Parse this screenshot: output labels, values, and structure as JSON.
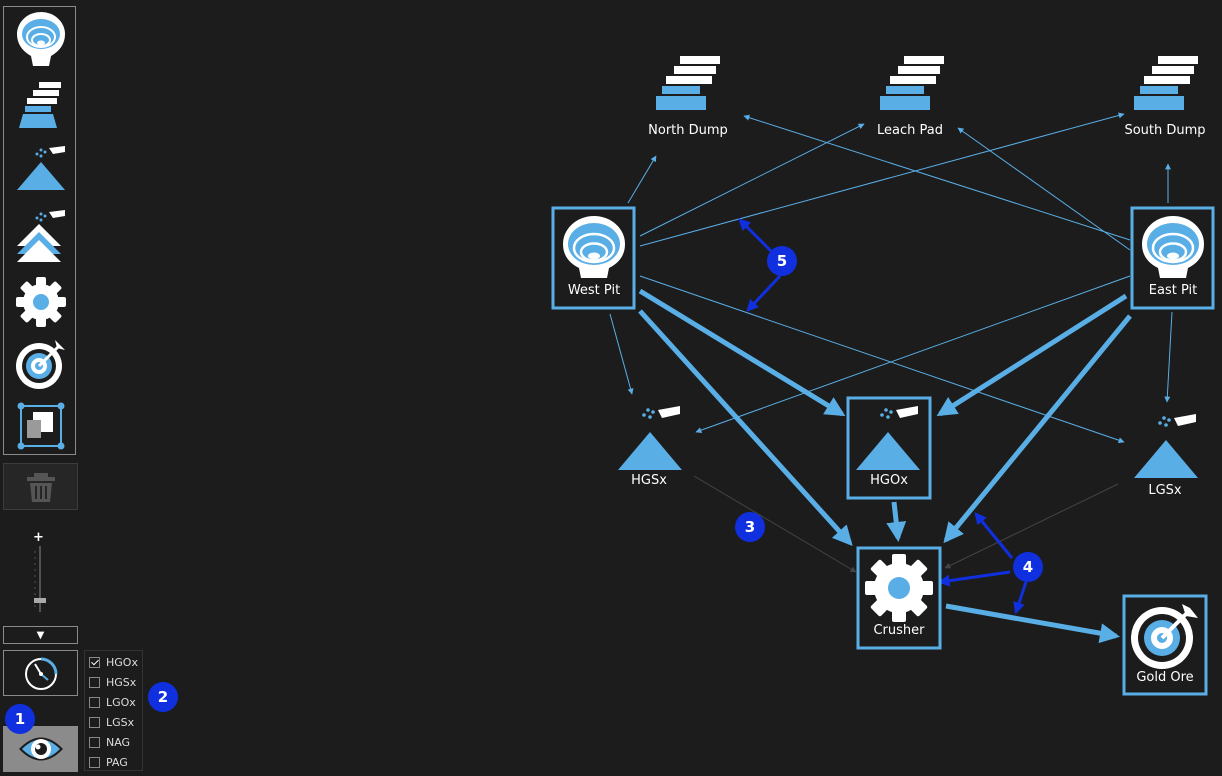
{
  "toolbar": {
    "tools": [
      "pit-tool",
      "dump-tool",
      "stockpile-tool",
      "multi-stockpile-tool",
      "crusher-tool",
      "target-tool",
      "layout-tool"
    ]
  },
  "zoom": {
    "plus": "+"
  },
  "dropdown": {
    "arrow": "▼"
  },
  "filters": [
    {
      "label": "HGOx",
      "checked": true
    },
    {
      "label": "HGSx",
      "checked": false
    },
    {
      "label": "LGOx",
      "checked": false
    },
    {
      "label": "LGSx",
      "checked": false
    },
    {
      "label": "NAG",
      "checked": false
    },
    {
      "label": "PAG",
      "checked": false
    }
  ],
  "nodes": {
    "north_dump": "North Dump",
    "leach_pad": "Leach Pad",
    "south_dump": "South Dump",
    "west_pit": "West Pit",
    "east_pit": "East Pit",
    "hgsx": "HGSx",
    "hgox": "HGOx",
    "lgsx": "LGSx",
    "crusher": "Crusher",
    "gold_ore": "Gold Ore"
  },
  "badges": {
    "b1": "1",
    "b2": "2",
    "b3": "3",
    "b4": "4",
    "b5": "5"
  },
  "colors": {
    "accent": "#5aaee6",
    "background": "#1c1c1c",
    "badge": "#1030e0"
  }
}
